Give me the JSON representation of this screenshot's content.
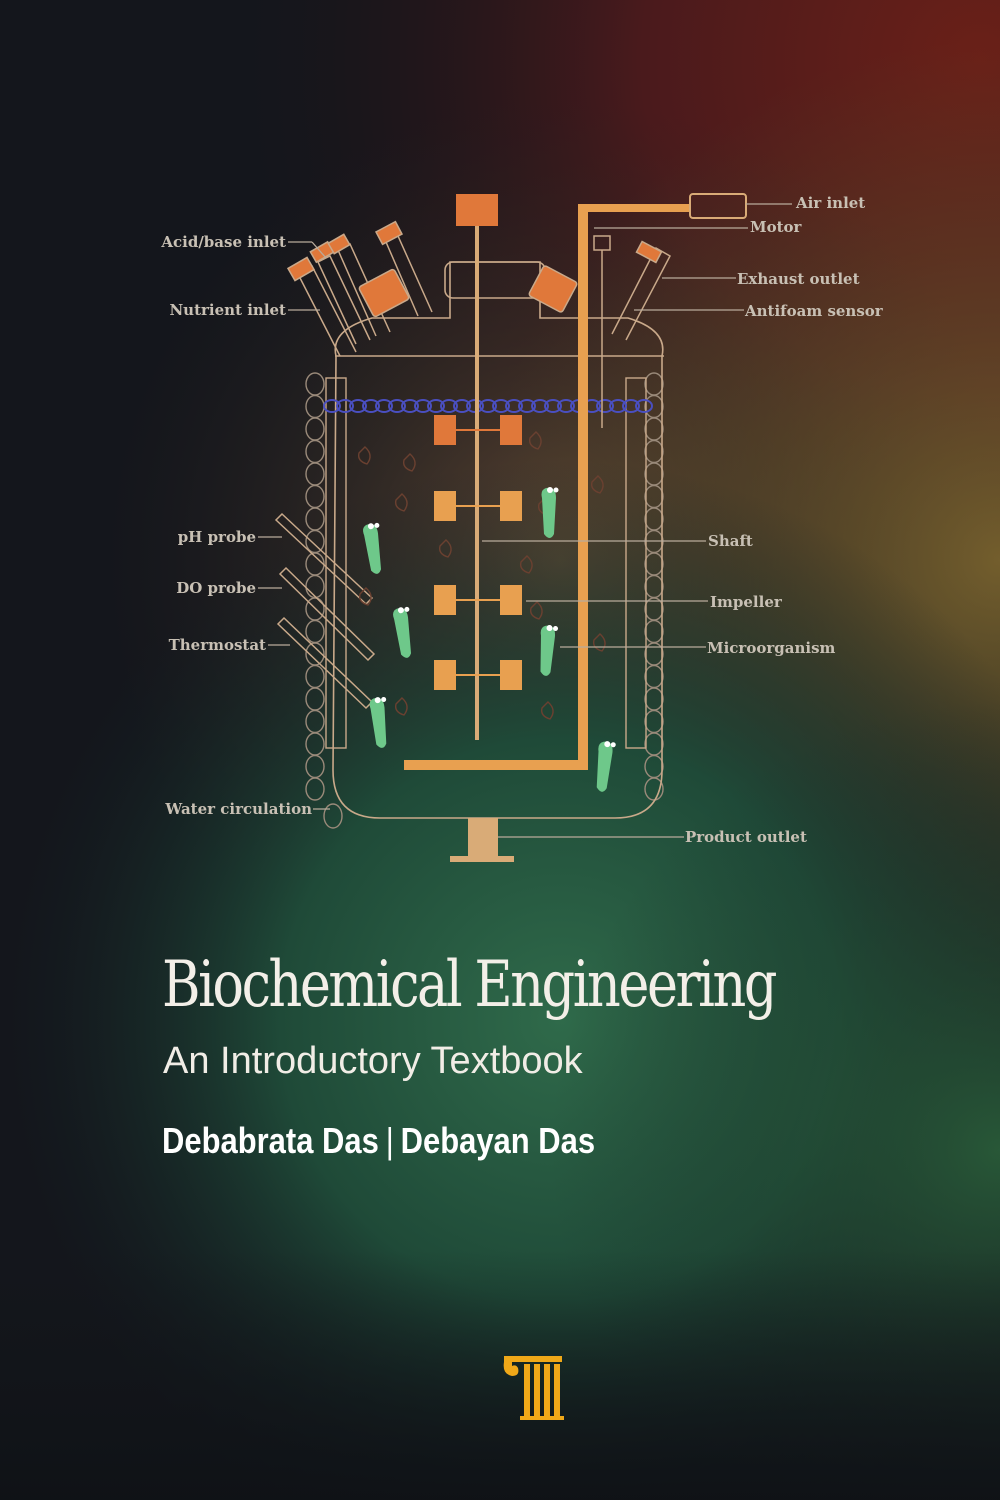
{
  "book": {
    "title": "Biochemical Engineering",
    "subtitle": "An Introductory Textbook",
    "author_1": "Debabrata Das",
    "separator": "|",
    "author_2": "Debayan Das"
  },
  "diagram": {
    "labels": {
      "air_inlet": "Air inlet",
      "motor": "Motor",
      "acid_base_inlet": "Acid/base inlet",
      "exhaust_outlet": "Exhaust outlet",
      "nutrient_inlet": "Nutrient inlet",
      "antifoam_sensor": "Antifoam sensor",
      "ph_probe": "pH probe",
      "shaft": "Shaft",
      "do_probe": "DO probe",
      "impeller": "Impeller",
      "thermostat": "Thermostat",
      "microorganism": "Microorganism",
      "water_circulation": "Water circulation",
      "product_outlet": "Product outlet"
    }
  },
  "colors": {
    "outline": "#c9a98a",
    "orange": "#e0783a",
    "light_orange": "#e8a050",
    "microbe": "#6ec88a",
    "sparger": "#4a4fc0",
    "text": "#f3efe8",
    "logo": "#f0a818"
  },
  "logo": {
    "icon": "column-logo-icon"
  }
}
